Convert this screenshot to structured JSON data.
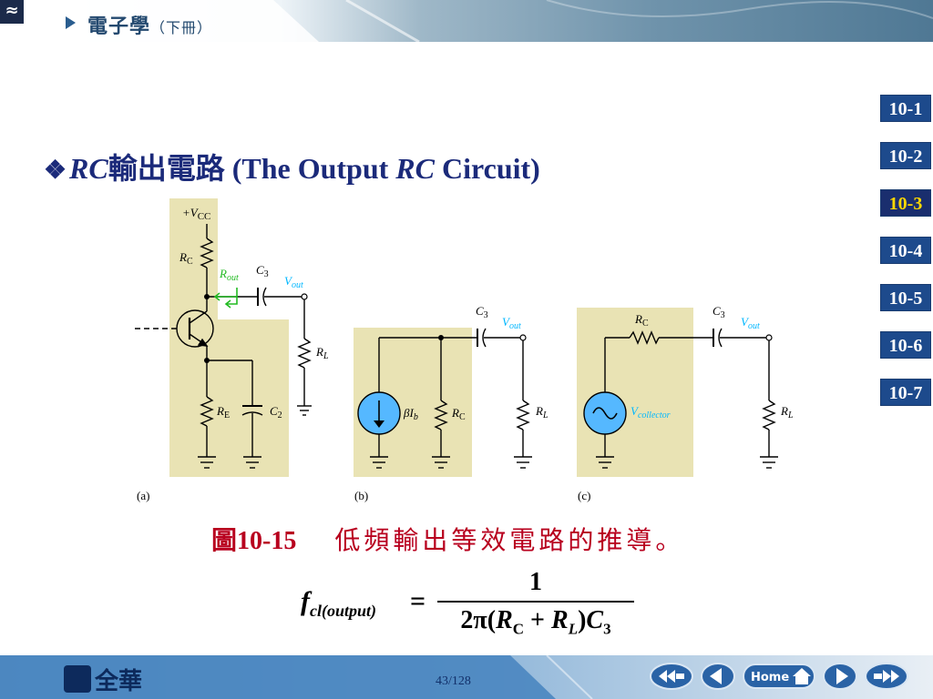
{
  "header": {
    "book_title": "電子學",
    "book_volume": "（下冊）",
    "corner_logo": "≈"
  },
  "sections": [
    {
      "label": "10-1",
      "active": false
    },
    {
      "label": "10-2",
      "active": false
    },
    {
      "label": "10-3",
      "active": true
    },
    {
      "label": "10-4",
      "active": false
    },
    {
      "label": "10-5",
      "active": false
    },
    {
      "label": "10-6",
      "active": false
    },
    {
      "label": "10-7",
      "active": false
    }
  ],
  "slide": {
    "bullet": "❖",
    "title_rc": "RC",
    "title_cn": "輸出電路 ",
    "title_en_1": "(The Output ",
    "title_en_rc": "RC",
    "title_en_2": " Circuit)"
  },
  "figure": {
    "labels": {
      "a": "(a)",
      "b": "(b)",
      "c": "(c)",
      "vcc": "+V",
      "vcc_sub": "CC",
      "rc": "R",
      "rc_sub": "C",
      "re": "R",
      "re_sub": "E",
      "c2": "C",
      "c2_sub": "2",
      "c3": "C",
      "c3_sub": "3",
      "rl": "R",
      "rl_sub": "L",
      "rout": "R",
      "rout_sub": "out",
      "vout": "V",
      "vout_sub": "out",
      "beta_ib": "βI",
      "beta_ib_sub": "b",
      "vcollector": "V",
      "vcollector_sub": "collector"
    },
    "colors": {
      "panel": "#e9e3b4",
      "wire": "#000000",
      "vout": "#00b7ff",
      "rout": "#22bb22",
      "source_fill": "#55b8ff"
    }
  },
  "caption": {
    "label": "圖10-15",
    "desc": "低頻輸出等效電路的推導。"
  },
  "formula": {
    "lhs_f": "f",
    "lhs_sub": "cl(output)",
    "eq": "=",
    "numerator": "1",
    "den_prefix": "2π(",
    "den_r1": "R",
    "den_r1_sub": "C",
    "den_plus": " + ",
    "den_r2": "R",
    "den_r2_sub": "L",
    "den_close": ")",
    "den_c": "C",
    "den_c_sub": "3"
  },
  "footer": {
    "publisher": "全華",
    "page_number": "43/128",
    "home_label": "Home"
  },
  "theme": {
    "nav_blue": "#1d4a8c",
    "active_text": "#ffd800",
    "caption_red": "#b8001e",
    "title_navy": "#1b2a7a"
  }
}
